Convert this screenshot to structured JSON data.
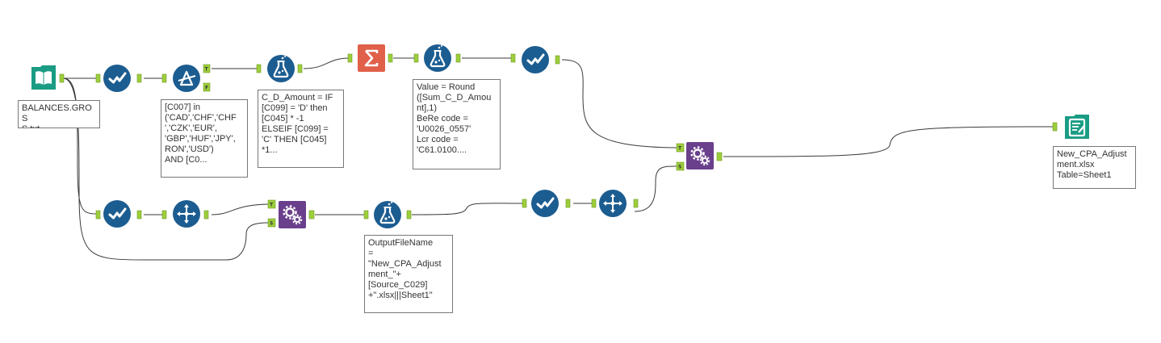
{
  "tools": [
    {
      "name": "input-data-tool",
      "icon": "book-icon",
      "color": "#1a9c84",
      "kind": "book"
    },
    {
      "name": "select-tool-1",
      "icon": "checkmark-icon",
      "color": "#1c5d91",
      "kind": "check"
    },
    {
      "name": "filter-tool",
      "icon": "delta-prism-icon",
      "color": "#1c5d91",
      "kind": "filter"
    },
    {
      "name": "formula-tool-1",
      "icon": "flask-icon",
      "color": "#1c5d91",
      "kind": "flask"
    },
    {
      "name": "summarize-tool",
      "icon": "sigma-icon",
      "color": "#e0604a",
      "kind": "sigma"
    },
    {
      "name": "formula-tool-2",
      "icon": "flask-icon",
      "color": "#1c5d91",
      "kind": "flask"
    },
    {
      "name": "select-tool-2",
      "icon": "checkmark-icon",
      "color": "#1c5d91",
      "kind": "check"
    },
    {
      "name": "append-fields-tool-1",
      "icon": "gears-icon",
      "color": "#6a3f8c",
      "kind": "gears"
    },
    {
      "name": "output-data-tool",
      "icon": "document-pencil-icon",
      "color": "#1a9c84",
      "kind": "output"
    },
    {
      "name": "select-tool-3",
      "icon": "checkmark-icon",
      "color": "#1c5d91",
      "kind": "check"
    },
    {
      "name": "unique-tool-1",
      "icon": "four-arrows-icon",
      "color": "#1c5d91",
      "kind": "arrows"
    },
    {
      "name": "append-fields-tool-2",
      "icon": "gears-icon",
      "color": "#6a3f8c",
      "kind": "gears"
    },
    {
      "name": "formula-tool-3",
      "icon": "flask-icon",
      "color": "#1c5d91",
      "kind": "flask"
    },
    {
      "name": "select-tool-4",
      "icon": "checkmark-icon",
      "color": "#1c5d91",
      "kind": "check"
    },
    {
      "name": "unique-tool-2",
      "icon": "four-arrows-icon",
      "color": "#1c5d91",
      "kind": "arrows"
    }
  ],
  "anchor_labels": {
    "true": "T",
    "false": "F",
    "target": "T",
    "source": "S"
  },
  "annotations": {
    "input": "BALANCES.GROS\nS.txt",
    "filter": "[C007] in\n('CAD','CHF','CHF\n','CZK','EUR',\n'GBP','HUF','JPY',\nRON','USD')\nAND [C0...",
    "formula1": "C_D_Amount = IF\n[C099] = 'D' then\n[C045] * -1\nELSEIF [C099] =\n'C' THEN [C045]\n*1...",
    "formula2": "Value = Round\n([Sum_C_D_Amou\nnt],1)\nBeRe code =\n'U0026_0557'\nLcr code =\n'C61.0100....",
    "output": "New_CPA_Adjust\nment.xlsx\nTable=Sheet1",
    "formula3": "OutputFileName\n=\n\"New_CPA_Adjust\nment_\"+\n[Source_C029]\n+\".xlsx|||Sheet1\""
  }
}
